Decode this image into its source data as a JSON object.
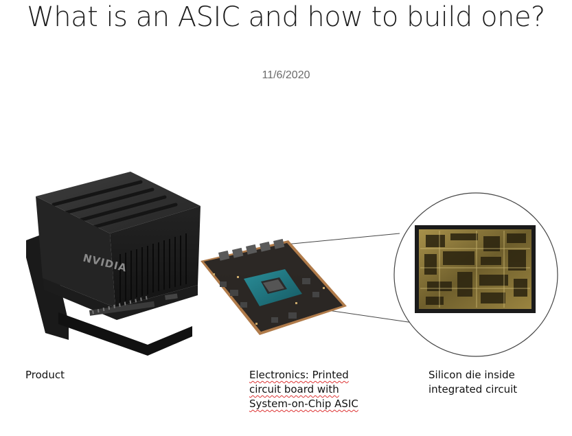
{
  "page": {
    "title": "What is an ASIC and how to build one?",
    "date": "11/6/2020"
  },
  "figure": {
    "product_logo": "NVIDIA",
    "captions": {
      "product": "Product",
      "electronics": "Electronics: Printed circuit board with System-on-Chip ASIC",
      "silicon": "Silicon die inside integrated circuit"
    }
  },
  "colors": {
    "text": "#1d1d1d",
    "date": "#6b6b6b",
    "device_body": "#2b2b2b",
    "pcb": "#2a2622",
    "chip": "#1f6f7a",
    "die": "#8c7a3c",
    "spellcheck_underline": "#d33333"
  }
}
